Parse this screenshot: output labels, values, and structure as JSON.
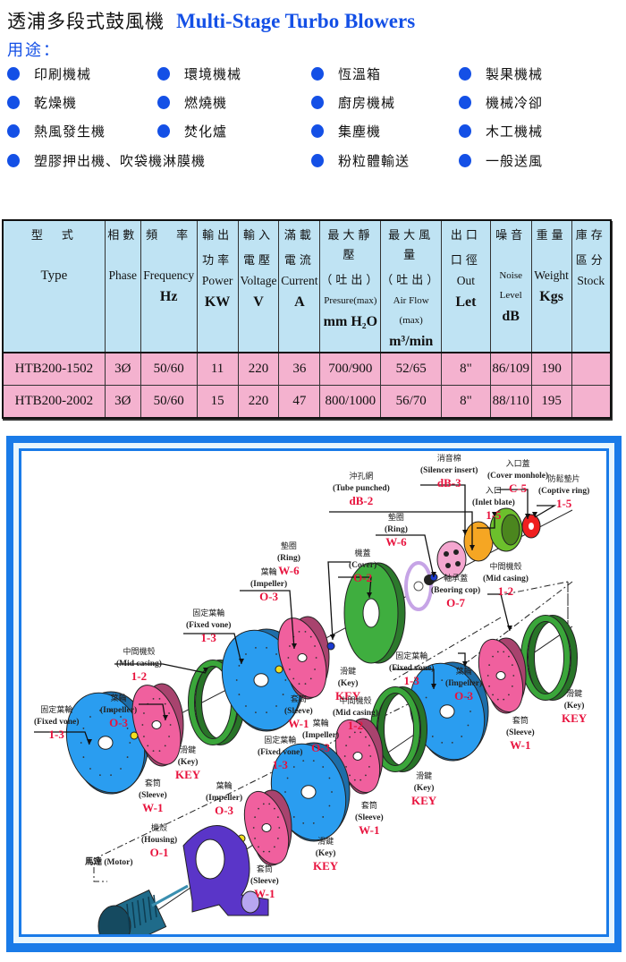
{
  "header": {
    "title_zh": "透浦多段式鼓風機",
    "title_en": "Multi-Stage  Turbo  Blowers",
    "usage_label": "用途："
  },
  "uses": [
    "印刷機械",
    "環境機械",
    "恆溫箱",
    "製果機械",
    "乾燥機",
    "燃燒機",
    "廚房機械",
    "機械冷卻",
    "熱風發生機",
    "焚化爐",
    "集塵機",
    "木工機械",
    "塑膠押出機、吹袋機淋膜機",
    "粉粒體輸送",
    "一般送風"
  ],
  "table": {
    "columns": [
      {
        "zh": "型　式",
        "zh2": "",
        "en": "Type",
        "unit": ""
      },
      {
        "zh": "相數",
        "zh2": "",
        "en": "Phase",
        "unit": ""
      },
      {
        "zh": "頻　率",
        "zh2": "",
        "en": "Frequency",
        "unit": "Hz"
      },
      {
        "zh": "輸出",
        "zh2": "功率",
        "en": "Power",
        "unit": "KW"
      },
      {
        "zh": "輸入",
        "zh2": "電壓",
        "en": "Voltage",
        "unit": "V"
      },
      {
        "zh": "滿載",
        "zh2": "電流",
        "en": "Current",
        "unit": "A"
      },
      {
        "zh": "最大靜壓",
        "zh2": "（吐出）",
        "en": "Presure(max)",
        "unit": "mm H₂O"
      },
      {
        "zh": "最大風量",
        "zh2": "（吐出）",
        "en": "Air Flow (max)",
        "unit": "m³/min"
      },
      {
        "zh": "出口",
        "zh2": "口徑",
        "en": "Out",
        "unit": "Let"
      },
      {
        "zh": "噪音",
        "zh2": "",
        "en": "Noise Level",
        "unit": "dB"
      },
      {
        "zh": "重量",
        "zh2": "",
        "en": "Weight",
        "unit": "Kgs"
      },
      {
        "zh": "庫存",
        "zh2": "區分",
        "en": "Stock",
        "unit": ""
      }
    ],
    "rows": [
      [
        "HTB200-1502",
        "3Ø",
        "50/60",
        "11",
        "220",
        "36",
        "700/900",
        "52/65",
        "8\"",
        "86/109",
        "190",
        ""
      ],
      [
        "HTB200-2002",
        "3Ø",
        "50/60",
        "15",
        "220",
        "47",
        "800/1000",
        "56/70",
        "8\"",
        "88/110",
        "195",
        ""
      ]
    ]
  },
  "diagram": {
    "colors": {
      "fixed_vane": "#2a9df0",
      "impeller": "#f0609e",
      "mid_casing": "#3aa63a",
      "cover": "#3fae3f",
      "housing": "#5a35c8",
      "motor": "#1f6b8a",
      "silencer": "#f5a623",
      "inlet": "#6cc02c",
      "captive_ring": "#ef2020",
      "tube": "#f4a6cf",
      "ring": "#c6a4e6",
      "code_red": "#e8123d",
      "frame_blue": "#1a7be8"
    },
    "labels": {
      "tube_punched": {
        "zh": "沖孔網",
        "en": "(Tube punched)",
        "code": "dB-2"
      },
      "silencer": {
        "zh": "消音棉",
        "en": "(Silencer insert)",
        "code": "dB-3"
      },
      "cover_monhole": {
        "zh": "入口蓋",
        "en": "(Cover monhole)",
        "code": "C-5"
      },
      "inlet": {
        "zh": "入口",
        "en": "(Inlet blate)",
        "code": "1-5"
      },
      "captive_ring": {
        "zh": "防鬆墊片",
        "en": "(Coptive ring)",
        "code": "1-5"
      },
      "ring_top": {
        "zh": "墊圈",
        "en": "(Ring)",
        "code": "W-6"
      },
      "ring_mid": {
        "zh": "墊圈",
        "en": "(Ring)",
        "code": "W-6"
      },
      "cover": {
        "zh": "機蓋",
        "en": "(Cover)",
        "code": "O-2"
      },
      "bearing_cap": {
        "zh": "軸承蓋",
        "en": "(Beoring cop)",
        "code": "O-7"
      },
      "mid_casing_right": {
        "zh": "中間機殼",
        "en": "(Mid casing)",
        "code": "1-2"
      },
      "impeller_upper": {
        "zh": "葉輪",
        "en": "(Impeller)",
        "code": "O-3"
      },
      "fixed_vane_upper": {
        "zh": "固定葉輪",
        "en": "(Fixed vone)",
        "code": "1-3"
      },
      "key_upper": {
        "zh": "滑鍵",
        "en": "(Key)",
        "code": "KEY"
      },
      "sleeve_upper": {
        "zh": "套筒",
        "en": "(Sleeve)",
        "code": "W-1"
      },
      "mid_casing_left": {
        "zh": "中間機殼",
        "en": "(Mid casing)",
        "code": "1-2"
      },
      "fixed_vane_left": {
        "zh": "固定葉輪",
        "en": "(Fixed vone)",
        "code": "1-3"
      },
      "impeller_left": {
        "zh": "葉輪",
        "en": "(Impeller)",
        "code": "O-3"
      },
      "key_left": {
        "zh": "滑鍵",
        "en": "(Key)",
        "code": "KEY"
      },
      "sleeve_left": {
        "zh": "套筒",
        "en": "(Sleeve)",
        "code": "W-1"
      },
      "fixed_vane_right": {
        "zh": "固定葉輪",
        "en": "(Fixed vone)",
        "code": "1-3"
      },
      "impeller_right": {
        "zh": "葉輪",
        "en": "(Impeller)",
        "code": "O-3"
      },
      "key_right": {
        "zh": "滑鍵",
        "en": "(Key)",
        "code": "KEY"
      },
      "sleeve_right": {
        "zh": "套筒",
        "en": "(Sleeve)",
        "code": "W-1"
      },
      "mid_casing_center": {
        "zh": "中間機殼",
        "en": "(Mid casing)",
        "code": "1-2"
      },
      "impeller_center": {
        "zh": "葉輪",
        "en": "(Impeller)",
        "code": "O-3"
      },
      "fixed_vane_center": {
        "zh": "固定葉輪",
        "en": "(Fixed vone)",
        "code": "1-3"
      },
      "key_center": {
        "zh": "滑鍵",
        "en": "(Key)",
        "code": "KEY"
      },
      "sleeve_center": {
        "zh": "套筒",
        "en": "(Sleeve)",
        "code": "W-1"
      },
      "impeller_lower": {
        "zh": "葉輪",
        "en": "(Impeller)",
        "code": "O-3"
      },
      "housing": {
        "zh": "機殼",
        "en": "(Housing)",
        "code": "O-1"
      },
      "key_lower": {
        "zh": "滑鍵",
        "en": "(Key)",
        "code": "KEY"
      },
      "sleeve_lower": {
        "zh": "套筒",
        "en": "(Sleeve)",
        "code": "W-1"
      },
      "motor": {
        "zh": "馬達",
        "en": "(Motor)",
        "code": ""
      }
    }
  }
}
